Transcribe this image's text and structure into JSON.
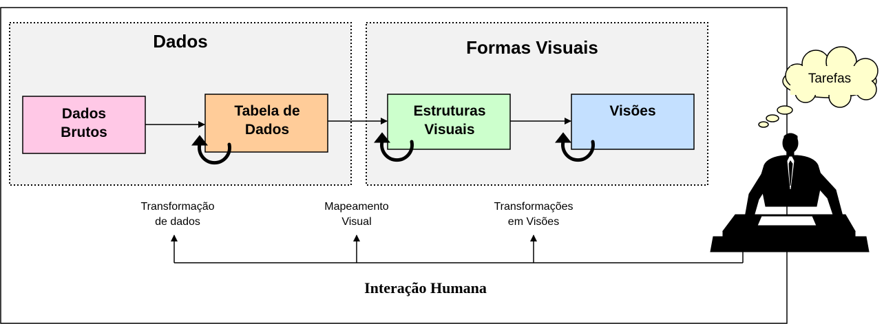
{
  "groups": {
    "data": {
      "title": "Dados"
    },
    "visual": {
      "title": "Formas Visuais"
    }
  },
  "boxes": {
    "raw_data": {
      "line1": "Dados",
      "line2": "Brutos",
      "fill": "#ffc8e6"
    },
    "data_table": {
      "line1": "Tabela de",
      "line2": "Dados",
      "fill": "#ffcc99"
    },
    "visual_structures": {
      "line1": "Estruturas",
      "line2": "Visuais",
      "fill": "#ccffcc"
    },
    "views": {
      "line1": "Visões",
      "fill": "#c4e0ff"
    }
  },
  "annotations": {
    "data_transformation": {
      "line1": "Transformação",
      "line2": "de dados"
    },
    "visual_mapping": {
      "line1": "Mapeamento",
      "line2": "Visual"
    },
    "view_transformations": {
      "line1": "Transformações",
      "line2": "em Visões"
    }
  },
  "cloud": {
    "label": "Tarefas",
    "fill": "#ffffcc"
  },
  "footer": {
    "label": "Interação Humana"
  }
}
